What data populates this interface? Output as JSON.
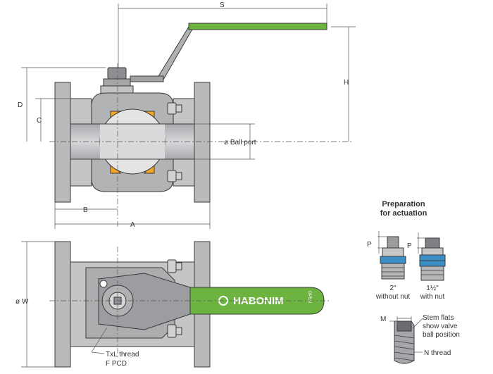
{
  "labels": {
    "s": "S",
    "h": "H",
    "d": "D",
    "c": "C",
    "b": "B",
    "a": "A",
    "w": "ø W",
    "ball_port": "ø Ball port",
    "txl_thread": "TxL thread",
    "f_pcd": "F PCD"
  },
  "actuation": {
    "title_line1": "Preparation",
    "title_line2": "for actuation",
    "p1": "P",
    "p2": "P",
    "caption1_line1": "2\"",
    "caption1_line2": "without nut",
    "caption2_line1": "1½\"",
    "caption2_line2": "with nut",
    "m": "M",
    "stem_line1": "Stem flats",
    "stem_line2": "show valve",
    "stem_line3": "ball position",
    "n_thread": "N thread"
  },
  "handle": {
    "brand": "HABONIM",
    "open": "OPEN"
  },
  "colors": {
    "body": "#b9babc",
    "body_dark": "#8c8d90",
    "outline": "#3a3a3a",
    "handle_green": "#6cb33f",
    "seat_orange": "#f5a623",
    "ball": "#e4e4e5",
    "blue_ring": "#3b8fc7"
  }
}
